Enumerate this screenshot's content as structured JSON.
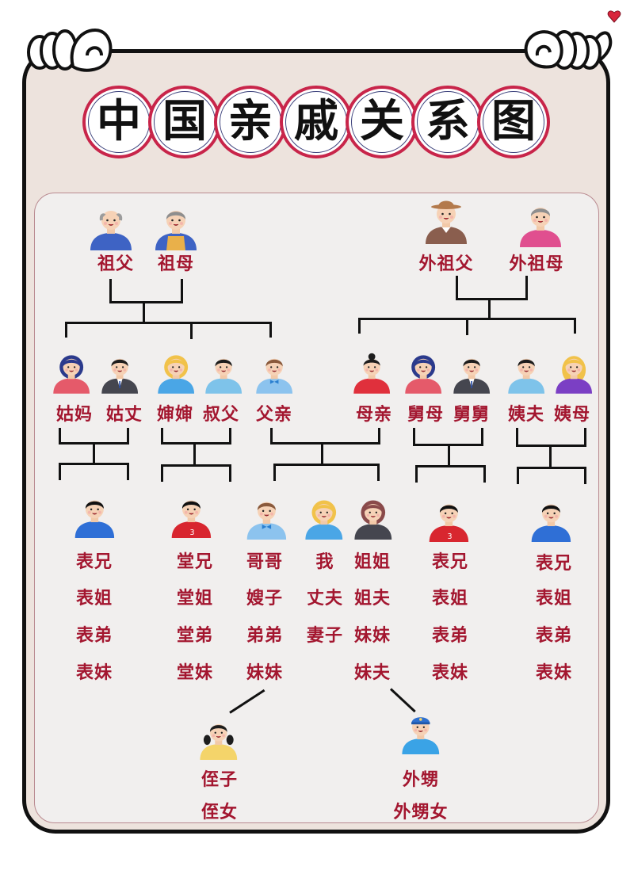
{
  "title": {
    "chars": [
      "中",
      "国",
      "亲",
      "戚",
      "关",
      "系",
      "图"
    ],
    "ring_color": "#c8254a",
    "fill_color": "#ffffff"
  },
  "colors": {
    "label": "#a3162f",
    "frame_bg": "#ede3dd",
    "panel_bg": "#f1efee",
    "frame_border": "#111111",
    "heart": "#d8253c"
  },
  "grandparents": {
    "paternal": [
      {
        "label": "祖父",
        "avatar": "elderly-man-bald",
        "shirt": "#3e63c4",
        "hair": "#9c9c9c"
      },
      {
        "label": "祖母",
        "avatar": "elderly-woman-apron",
        "shirt": "#3e63c4",
        "hair": "#8e8e8e"
      }
    ],
    "maternal": [
      {
        "label": "外祖父",
        "avatar": "elderly-man-hat",
        "shirt": "#8a5e4e",
        "hair": "#b37a4c"
      },
      {
        "label": "外祖母",
        "avatar": "elderly-woman",
        "shirt": "#e04f8f",
        "hair": "#8e8e8e"
      }
    ]
  },
  "parents_generation": [
    {
      "label": "姑妈",
      "avatar": "woman-bob",
      "shirt": "#e55a6a",
      "hair": "#2b3a8c"
    },
    {
      "label": "姑丈",
      "avatar": "man-suit",
      "shirt": "#45464f",
      "hair": "#1d1d1d"
    },
    {
      "label": "婶婶",
      "avatar": "woman-blonde",
      "shirt": "#4aa6e6",
      "hair": "#f1c24a"
    },
    {
      "label": "叔父",
      "avatar": "man-floral",
      "shirt": "#7ec3ea",
      "hair": "#1d1d1d"
    },
    {
      "label": "父亲",
      "avatar": "man-bowtie",
      "shirt": "#8cc3ee",
      "hair": "#8a5a3c"
    },
    {
      "label": "母亲",
      "avatar": "woman-bun",
      "shirt": "#e0303c",
      "hair": "#1d1d1d"
    },
    {
      "label": "舅母",
      "avatar": "woman-bob",
      "shirt": "#e55a6a",
      "hair": "#2b3a8c"
    },
    {
      "label": "舅舅",
      "avatar": "man-suit",
      "shirt": "#45464f",
      "hair": "#1d1d1d"
    },
    {
      "label": "姨夫",
      "avatar": "man-floral",
      "shirt": "#7ec3ea",
      "hair": "#1d1d1d"
    },
    {
      "label": "姨母",
      "avatar": "woman-long-blonde",
      "shirt": "#7b3fc4",
      "hair": "#f1c24a"
    }
  ],
  "self_generation": {
    "paternal_aunt_children": {
      "avatar": "boy-blue",
      "shirt": "#2f6fd6",
      "hair": "#111",
      "labels": [
        "表兄",
        "表姐",
        "表弟",
        "表妹"
      ]
    },
    "paternal_uncle_children": {
      "avatar": "boy-red-jersey",
      "shirt": "#d8262f",
      "hair": "#111",
      "labels": [
        "堂兄",
        "堂姐",
        "堂弟",
        "堂妹"
      ]
    },
    "siblings_brother": {
      "avatar": "man-bowtie",
      "shirt": "#8cc3ee",
      "hair": "#8a5a3c",
      "labels": [
        "哥哥",
        "嫂子",
        "弟弟",
        "妹妹"
      ]
    },
    "self": {
      "avatar": "woman-blonde",
      "shirt": "#4aa6e6",
      "hair": "#f1c24a",
      "labels": [
        "我",
        "丈夫",
        "妻子"
      ]
    },
    "siblings_sister": {
      "avatar": "woman-short-brown",
      "shirt": "#45464f",
      "hair": "#8a4a4a",
      "labels": [
        "姐姐",
        "姐夫",
        "妹妹",
        "妹夫"
      ]
    },
    "maternal_uncle_children": {
      "avatar": "boy-red-jersey",
      "shirt": "#d8262f",
      "hair": "#111",
      "labels": [
        "表兄",
        "表姐",
        "表弟",
        "表妹"
      ]
    },
    "maternal_aunt_children": {
      "avatar": "boy-blue",
      "shirt": "#2f6fd6",
      "hair": "#111",
      "labels": [
        "表兄",
        "表姐",
        "表弟",
        "表妹"
      ]
    }
  },
  "next_generation": {
    "brother_children": {
      "avatar": "girl-pigtails",
      "shirt": "#f4d46a",
      "hair": "#1d1d1d",
      "labels": [
        "侄子",
        "侄女"
      ]
    },
    "sister_children": {
      "avatar": "boy-cap",
      "shirt": "#3aa3e6",
      "hair": "#2d6fcf",
      "labels": [
        "外甥",
        "外甥女"
      ]
    }
  }
}
